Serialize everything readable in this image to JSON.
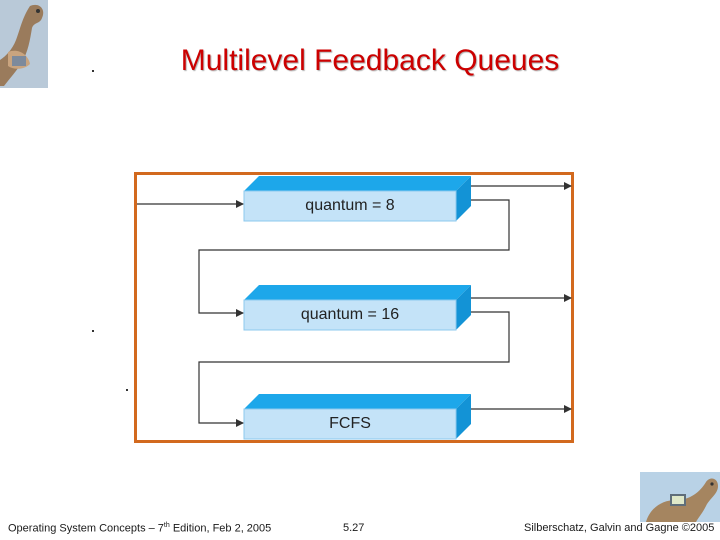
{
  "slide": {
    "title": "Multilevel Feedback Queues",
    "footer": {
      "left_pre": "Operating System Concepts – 7",
      "left_sup": "th",
      "left_post": " Edition, Feb 2, 2005",
      "center": "5.27",
      "right": "Silberschatz, Galvin and Gagne ©2005"
    }
  },
  "diagram": {
    "queues": [
      {
        "label": "quantum = 8"
      },
      {
        "label": "quantum = 16"
      },
      {
        "label": "FCFS"
      }
    ],
    "colors": {
      "frame": "#d2691e",
      "queue_front": "#c4e3f8",
      "queue_top": "#1da7ea",
      "queue_side": "#1393d6",
      "line": "#333333"
    }
  }
}
